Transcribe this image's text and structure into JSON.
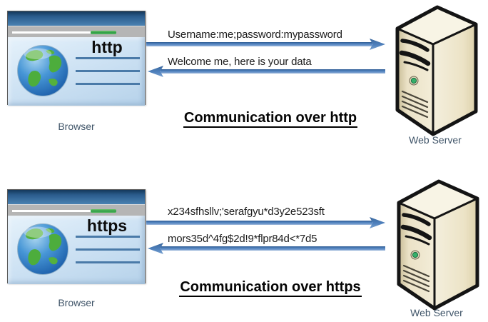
{
  "sections": {
    "http": {
      "protocol_label": "http",
      "browser_caption": "Browser",
      "server_caption": "Web Server",
      "request_message": "Username:me;password:mypassword",
      "response_message": "Welcome me, here is your data",
      "title": "Communication over http"
    },
    "https": {
      "protocol_label": "https",
      "browser_caption": "Browser",
      "server_caption": "Web Server",
      "request_message": "x234sfhsllv;'serafgyu*d3y2e523sft",
      "response_message": "mors35d^4fg$2d!9*flpr84d<*7d5",
      "title": "Communication over https"
    }
  },
  "colors": {
    "arrow_blue": "#4f81bd",
    "label_slate": "#3f5468",
    "browser_titlebar_blue": "#2b5c8d",
    "browser_content_blue": "#cfe3f4",
    "content_line_blue": "#4a7aa8",
    "progress_green": "#2f9e47",
    "server_body_beige": "#efe7cd",
    "caption_black": "#050505"
  },
  "icons": {
    "browser": "browser-window-icon",
    "globe": "globe-icon",
    "server": "tower-server-icon",
    "request_arrow": "right-arrow-icon",
    "response_arrow": "left-arrow-icon"
  }
}
